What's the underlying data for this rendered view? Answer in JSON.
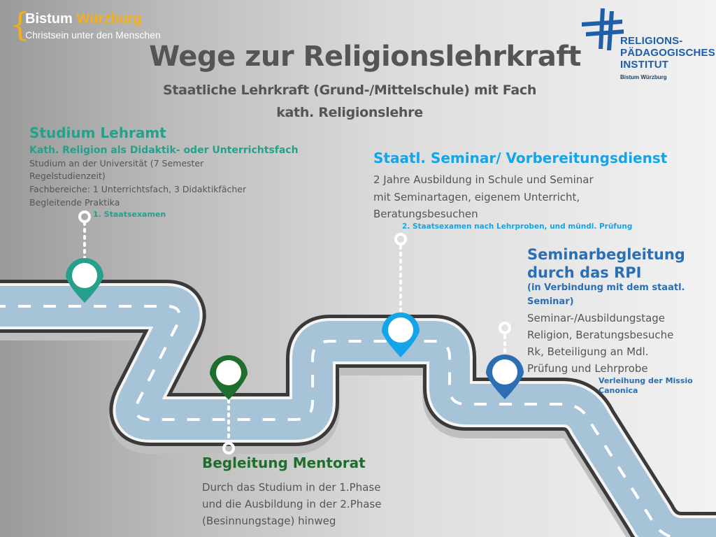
{
  "brand": {
    "name_part1": "Bistum ",
    "name_part2": "Würzburg",
    "tagline": "Christsein unter den Menschen"
  },
  "institute": {
    "line1": "RELIGIONS-",
    "line2": "PÄDAGOGISCHES",
    "line3": "INSTITUT",
    "small": "Bistum Würzburg"
  },
  "title": "Wege zur Religionslehrkraft",
  "subtitle_line1": "Staatliche Lehrkraft (Grund-/Mittelschule) mit Fach",
  "subtitle_line2": "kath. Religionslehre",
  "studium": {
    "title": "Studium Lehramt",
    "subtitle": "Kath. Religion als Didaktik- oder Unterrichtsfach",
    "lines": [
      "Studium an der Universität (7 Semester",
      "Regelstudienzeit)",
      "Fachbereiche: 1 Unterrichtsfach, 3 Didaktikfächer",
      "Begleitende Praktika"
    ],
    "exam": "1. Staatsexamen"
  },
  "seminar": {
    "title": "Staatl. Seminar/ Vorbereitungsdienst",
    "lines": [
      "2 Jahre Ausbildung in Schule und Seminar",
      "mit Seminartagen, eigenem Unterricht,",
      "Beratungsbesuchen"
    ],
    "exam": "2. Staatsexamen nach Lehrproben, und mündl. Prüfung"
  },
  "rpi": {
    "title_line1": "Seminarbegleitung",
    "title_line2": "durch das RPI",
    "sub_line1": "(in Verbindung mit dem staatl.",
    "sub_line2": "Seminar)",
    "lines": [
      "Seminar-/Ausbildungstage",
      "Religion, Beratungsbesuche",
      "Rk, Beteiligung an Mdl.",
      "Prüfung und Lehrprobe"
    ],
    "missio_line1": "Verleihung der Missio",
    "missio_line2": "Canonica"
  },
  "mentorat": {
    "title": "Begleitung Mentorat",
    "lines": [
      "Durch das Studium in der 1.Phase",
      "und die Ausbildung in der 2.Phase",
      "(Besinnungstage) hinweg"
    ]
  },
  "colors": {
    "teal": "#26a08b",
    "green": "#1f6e2e",
    "light_blue": "#13a5e8",
    "dark_blue": "#2b6fb2",
    "road": "#a7c3d8",
    "road_border": "#3a3a3a",
    "gold": "#f2b01e"
  },
  "icons": [
    "map-pin-icon",
    "location-marker-icon",
    "cross-logo-icon"
  ]
}
